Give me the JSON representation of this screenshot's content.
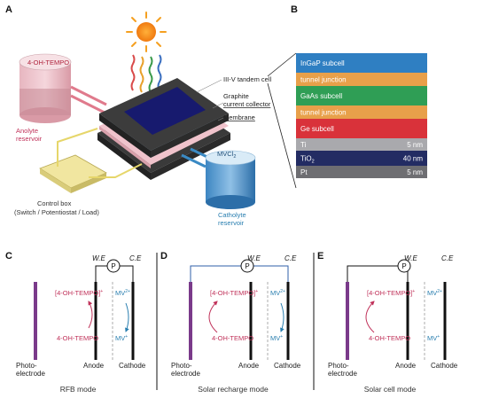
{
  "panels": {
    "a": "A",
    "b": "B",
    "c": "C",
    "d": "D",
    "e": "E"
  },
  "panel_a": {
    "anolyte_label": "4-OH-TEMPO",
    "anolyte_reservoir": [
      "Anolyte",
      "reservoir"
    ],
    "cell_label": "III-V tandem cell",
    "collector_label": [
      "Graphite",
      "current collector"
    ],
    "membrane_label": "Membrane",
    "catholyte_label": "MVCl",
    "catholyte_sub": "2",
    "catholyte_reservoir": [
      "Catholyte",
      "reservoir"
    ],
    "control_box": [
      "Control box",
      "(Switch / Potentiostat / Load)"
    ]
  },
  "panel_b": {
    "layers": [
      {
        "name": "InGaP subcell",
        "thickness": "",
        "color": "#2f7fc2"
      },
      {
        "name": "tunnel junction",
        "thickness": "",
        "color": "#e8a04a"
      },
      {
        "name": "GaAs subcell",
        "thickness": "",
        "color": "#2f9e55"
      },
      {
        "name": "tunnel junction",
        "thickness": "",
        "color": "#e8a04a"
      },
      {
        "name": "Ge subcell",
        "thickness": "",
        "color": "#d9323a"
      },
      {
        "name": "Ti",
        "thickness": "5 nm",
        "color": "#a9a9ad"
      },
      {
        "name": "TiO2",
        "thickness": "40 nm",
        "color": "#232c63"
      },
      {
        "name": "Pt",
        "thickness": "5 nm",
        "color": "#6e6e72"
      }
    ]
  },
  "modes": [
    {
      "we": "W.E",
      "ce": "C.E",
      "p": "P",
      "tempo_ox": "[4-OH-TEMPO]",
      "tempo_ox_sup": "+",
      "tempo_red": "4-OH-TEMPO",
      "mv_top": "MV",
      "mv_top_sup": "2+",
      "mv_bot": "MV",
      "mv_bot_sup": "+",
      "photo": [
        "Photo-",
        "electrode"
      ],
      "anode": "Anode",
      "cathode": "Cathode",
      "caption": "RFB mode"
    },
    {
      "we": "W.E",
      "ce": "C.E",
      "p": "P",
      "tempo_ox": "[4-OH-TEMPO]",
      "tempo_ox_sup": "+",
      "tempo_red": "4-OH-TEMPO",
      "mv_top": "MV",
      "mv_top_sup": "2+",
      "mv_bot": "MV",
      "mv_bot_sup": "+",
      "photo": [
        "Photo-",
        "electrode"
      ],
      "anode": "Anode",
      "cathode": "Cathode",
      "caption": "Solar recharge mode"
    },
    {
      "we": "W.E",
      "ce": "C.E",
      "p": "P",
      "tempo_ox": "[4-OH-TEMPO]",
      "tempo_ox_sup": "+",
      "tempo_red": "4-OH-TEMPO",
      "mv_top": "MV",
      "mv_top_sup": "2+",
      "mv_bot": "MV",
      "mv_bot_sup": "+",
      "photo": [
        "Photo-",
        "electrode"
      ],
      "anode": "Anode",
      "cathode": "Cathode",
      "caption": "Solar cell mode"
    }
  ],
  "colors": {
    "photoelectrode": "#7a3a8a",
    "anolyte": "#c0325a",
    "catholyte": "#2a7fb0",
    "wire_blue": "#2f5fa8",
    "black": "#111111"
  }
}
